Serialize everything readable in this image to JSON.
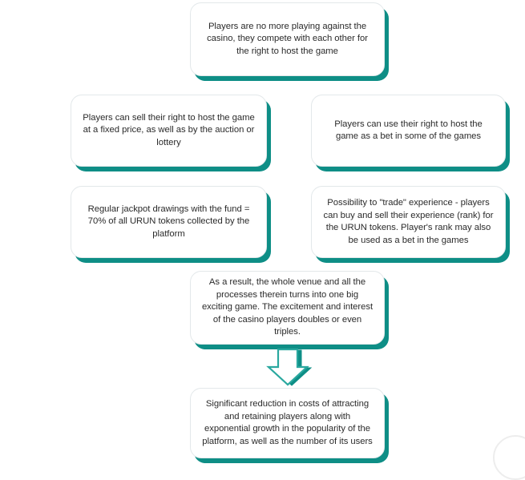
{
  "diagram": {
    "type": "flowchart",
    "accent_color": "#0e8e86",
    "arrow_outline_color": "#2aa89f",
    "arrow_shadow_color": "#0e8e86",
    "text_color": "#2b2b2b",
    "box_fill": "#ffffff",
    "nodes": [
      {
        "id": "box-top",
        "text": "Players are no more playing against the casino, they compete with each other for the right to host the game"
      },
      {
        "id": "box-sell",
        "text": "Players can sell their right to host the game at a fixed price, as well as by the auction or lottery"
      },
      {
        "id": "box-bet",
        "text": "Players can use their right to host the game as a bet in some of the games"
      },
      {
        "id": "box-jackpot",
        "text": "Regular jackpot drawings with the fund = 70% of all URUN tokens collected by the platform"
      },
      {
        "id": "box-trade",
        "text": "Possibility to \"trade\" experience - players can buy and sell their experience (rank) for the URUN tokens. Player's rank may also be used as a bet in the games"
      },
      {
        "id": "box-result",
        "text": "As a result, the whole venue and all the processes therein turns into one big exciting game. The excitement and interest of the casino players doubles or even triples."
      },
      {
        "id": "box-outcome",
        "text": "Significant reduction in costs of attracting and retaining players along with exponential growth in the popularity of the platform, as well as the number of its users"
      }
    ],
    "connectors": [
      {
        "id": "arrow-down",
        "icon": "arrow-down-block-icon",
        "from": "box-result",
        "to": "box-outcome"
      }
    ]
  }
}
